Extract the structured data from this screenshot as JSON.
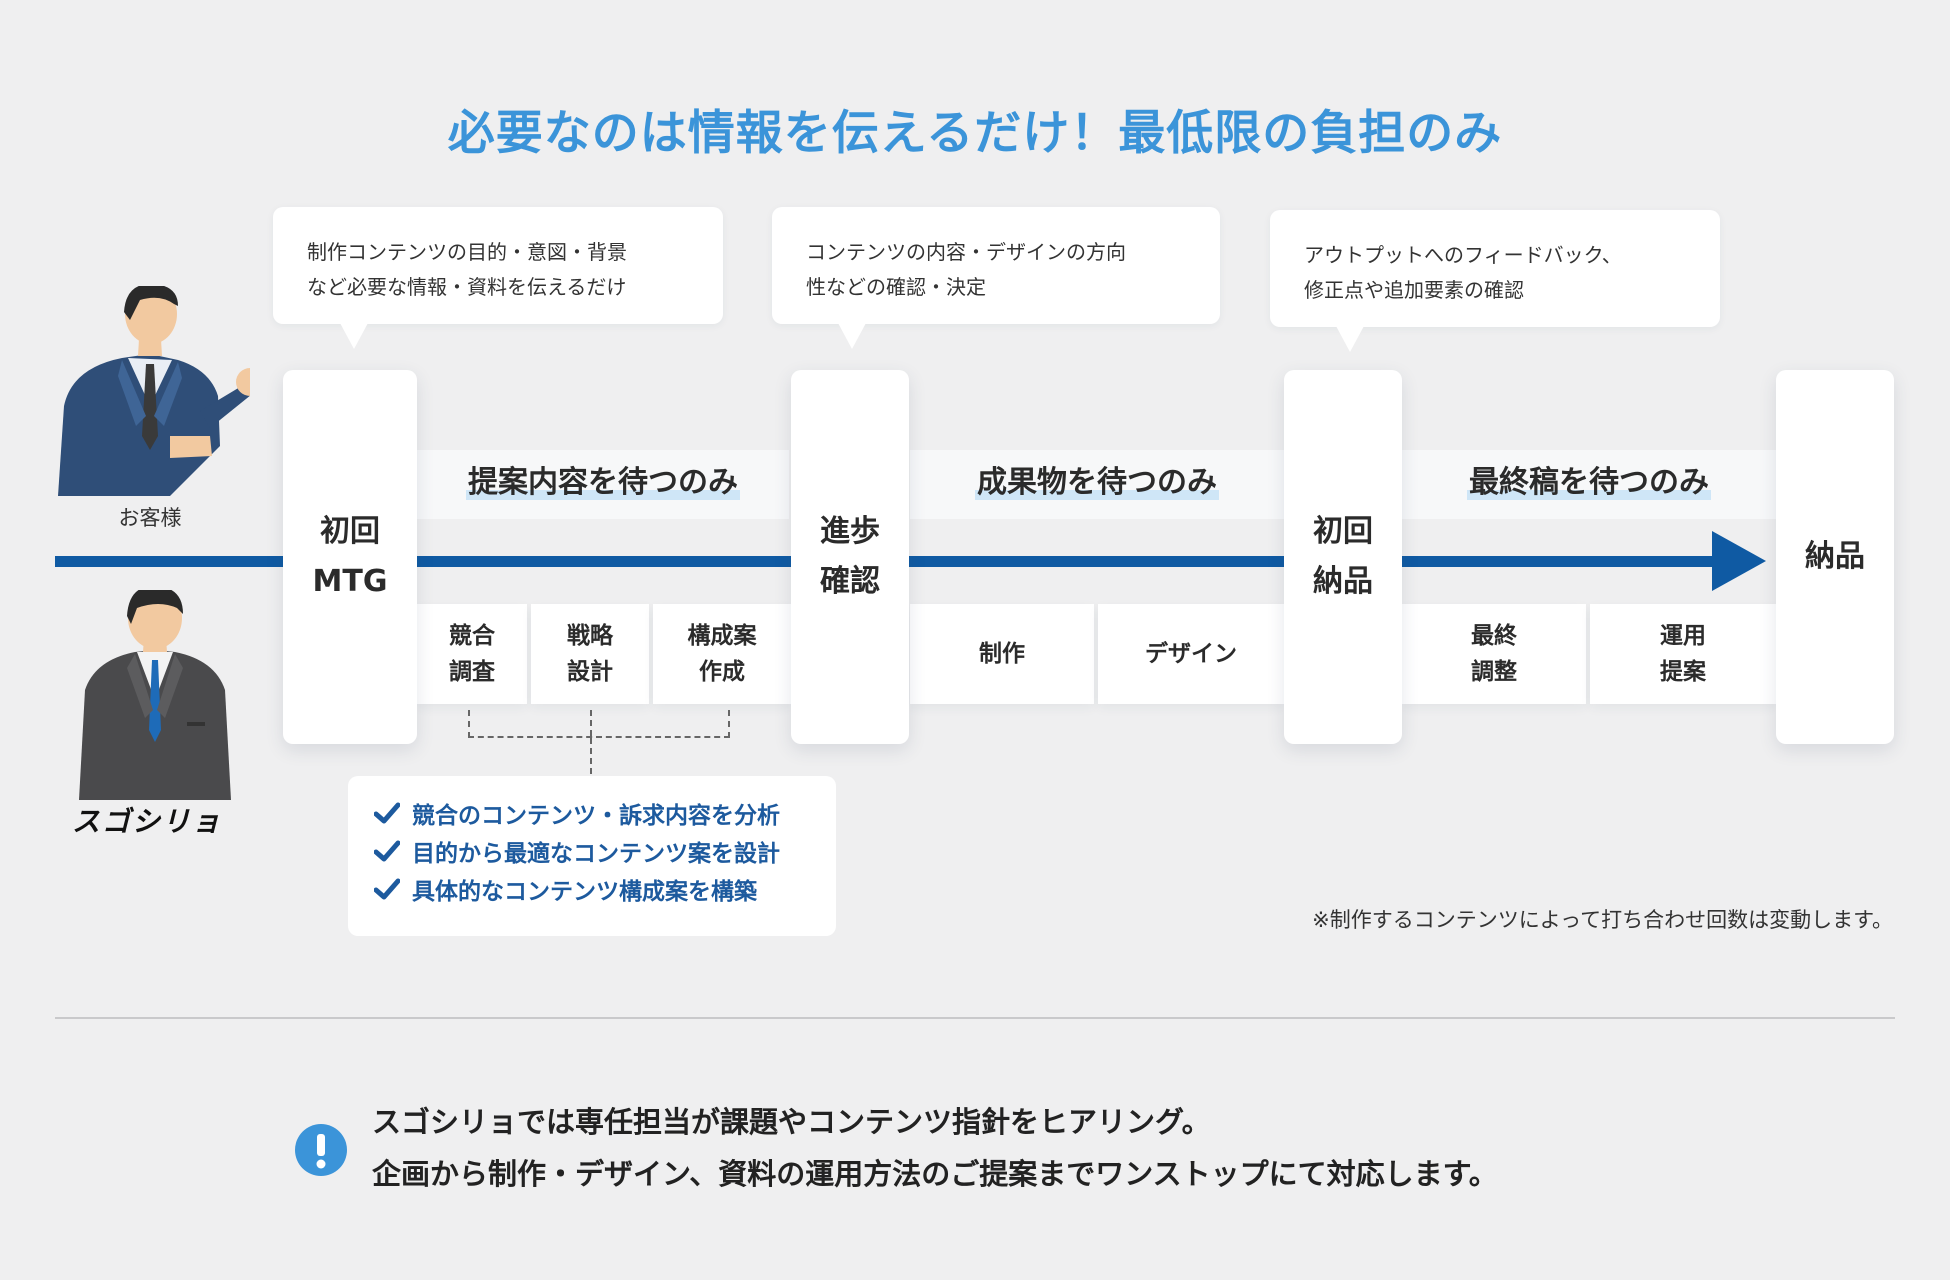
{
  "title": "必要なのは情報を伝えるだけ！最低限の負担のみ",
  "customer_label": "お客様",
  "company_brand": "スゴシリョ",
  "bubbles": [
    [
      "制作コンテンツの目的・意図・背景",
      "など必要な情報・資料を伝えるだけ"
    ],
    [
      "コンテンツの内容・デザインの方向",
      "性などの確認・決定"
    ],
    [
      "アウトプットへのフィードバック、",
      "修正点や追加要素の確認"
    ]
  ],
  "milestones": [
    "初回\nMTG",
    "進歩\n確認",
    "初回\n納品",
    "納品"
  ],
  "waits": [
    "提案内容を待つのみ",
    "成果物を待つのみ",
    "最終稿を待つのみ"
  ],
  "tasks": {
    "phase1": [
      "競合\n調査",
      "戦略\n設計",
      "構成案\n作成"
    ],
    "phase2": [
      "制作",
      "デザイン"
    ],
    "phase3": [
      "最終\n調整",
      "運用\n提案"
    ]
  },
  "checklist": [
    "競合のコンテンツ・訴求内容を分析",
    "目的から最適なコンテンツ案を設計",
    "具体的なコンテンツ構成案を構築"
  ],
  "note": "※制作するコンテンツによって打ち合わせ回数は変動します。",
  "footer": [
    "スゴシリョでは専任担当が課題やコンテンツ指針をヒアリング。",
    "企画から制作・デザイン、資料の運用方法のご提案までワンストップにて対応します。"
  ],
  "colors": {
    "accent": "#3b94d9",
    "timeline": "#0f5aa3",
    "check": "#1d5a9e"
  }
}
